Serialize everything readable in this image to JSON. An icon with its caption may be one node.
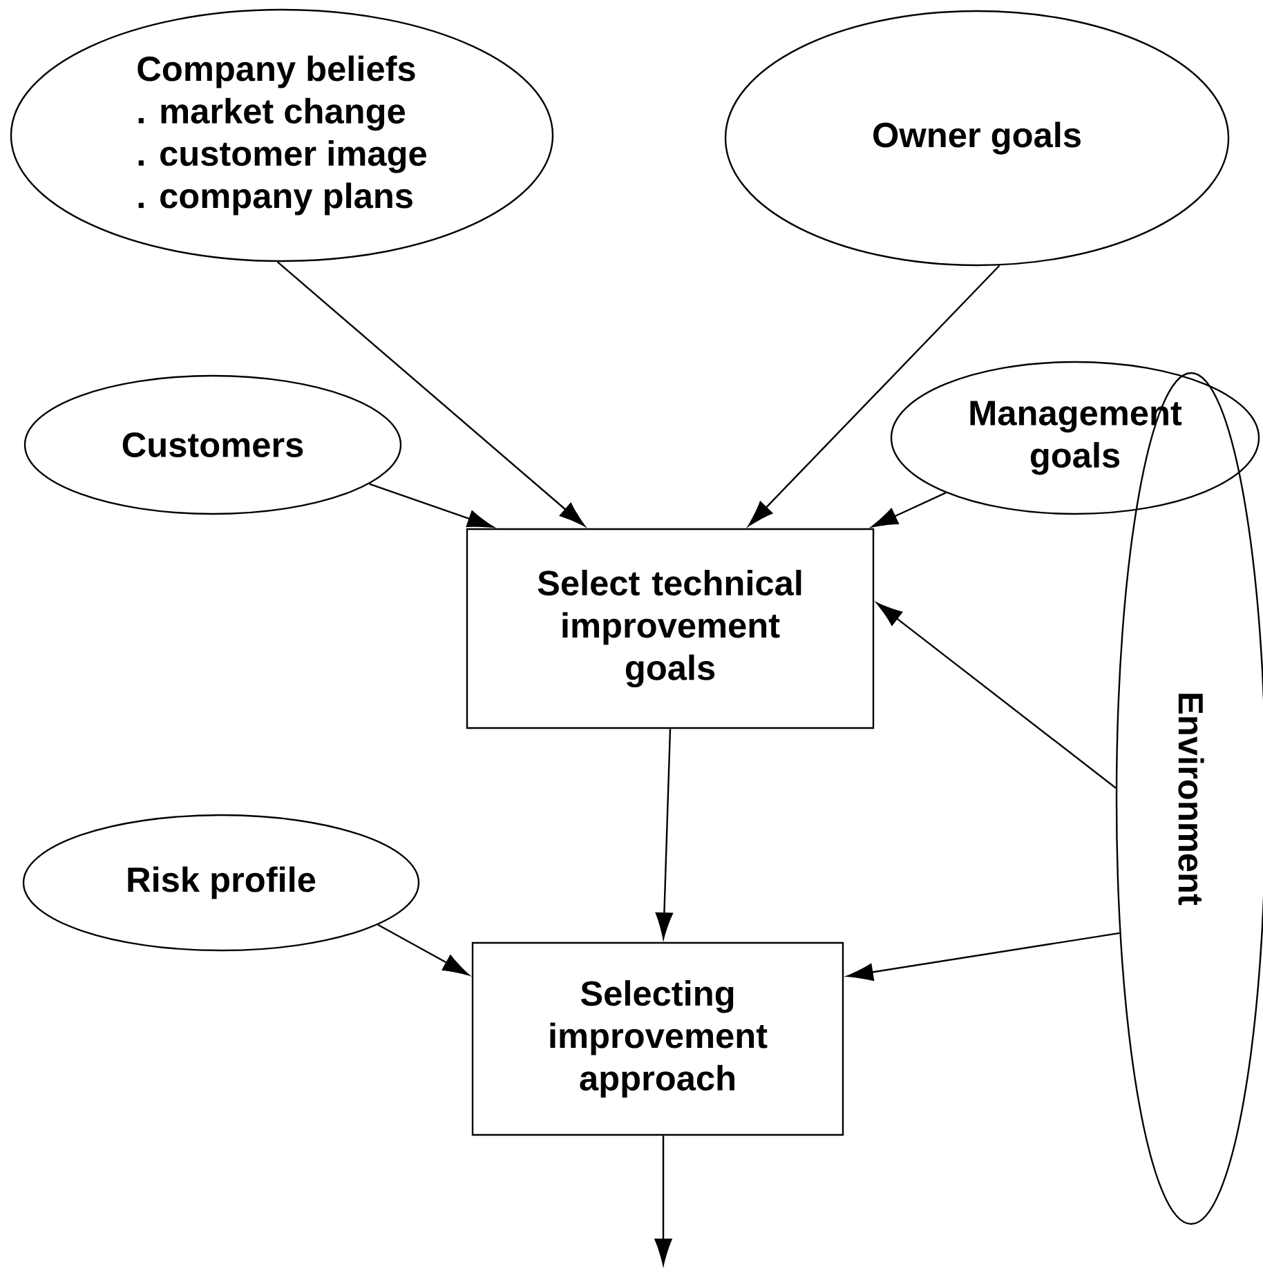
{
  "diagram": {
    "nodes": [
      {
        "text": [
          "Company beliefs",
          ". market change",
          ". customer image",
          ". company plans"
        ]
      },
      {
        "text": [
          "Owner goals"
        ]
      },
      {
        "text": [
          "Customers"
        ]
      },
      {
        "text": [
          "Management goals"
        ]
      },
      {
        "text": [
          "Select technical improvement goals"
        ]
      },
      {
        "text": [
          "Environment"
        ]
      },
      {
        "text": [
          "Risk profile"
        ]
      },
      {
        "text": [
          "Selecting improvement approach"
        ]
      }
    ],
    "edges": [
      {
        "from": 0,
        "to": 4,
        "arrow": "to"
      },
      {
        "from": 1,
        "to": 4,
        "arrow": "to"
      },
      {
        "from": 2,
        "to": 4,
        "arrow": "to"
      },
      {
        "from": 3,
        "to": 4,
        "arrow": "to"
      },
      {
        "from": 5,
        "to": 4,
        "arrow": "to"
      },
      {
        "from": 4,
        "to": 7,
        "arrow": "to"
      },
      {
        "from": 6,
        "to": 7,
        "arrow": "to"
      },
      {
        "from": 5,
        "to": 7,
        "arrow": "to"
      },
      {
        "from": 7,
        "to": null,
        "arrow": "to"
      }
    ]
  }
}
